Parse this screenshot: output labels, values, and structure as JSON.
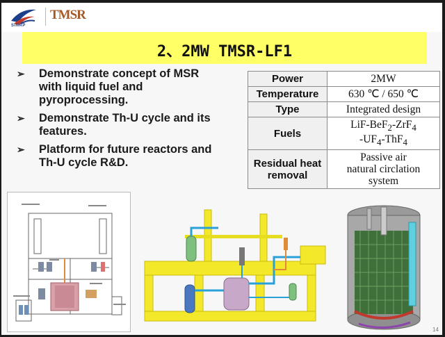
{
  "header": {
    "logo_caption": "SINAP",
    "brand": "TMSR"
  },
  "title": "2、2MW TMSR-LF1",
  "bullets": [
    {
      "line1": "Demonstrate concept of MSR",
      "line2": "with liquid fuel and",
      "line3": "pyroprocessing."
    },
    {
      "line1": "Demonstrate Th-U cycle and its",
      "line2": "features."
    },
    {
      "line1": "Platform for future reactors and",
      "line2": "Th-U cycle R&D."
    }
  ],
  "spec_table": [
    {
      "key": "Power",
      "value": "2MW"
    },
    {
      "key": "Temperature",
      "value": "630 ℃ / 650 ℃"
    },
    {
      "key": "Type",
      "value": "Integrated design"
    },
    {
      "key_line1": "Fuels",
      "value_line1": "LiF-BeF",
      "value_line2": "-UF",
      "sub_2": "2",
      "sub_4": "4",
      "zrf": "-ZrF",
      "thf": "-ThF"
    },
    {
      "key_line1": "Residual heat",
      "key_line2": "removal",
      "value_line1": "Passive air",
      "value_line2": "natural circlation",
      "value_line3": "system"
    }
  ],
  "page_number": "14",
  "colors": {
    "title_band": "#ffff66",
    "brand": "#a45a28",
    "logo_blue": "#1c3f8c"
  },
  "icons": {
    "bullet": "right-pointing-triangle-arrow"
  }
}
